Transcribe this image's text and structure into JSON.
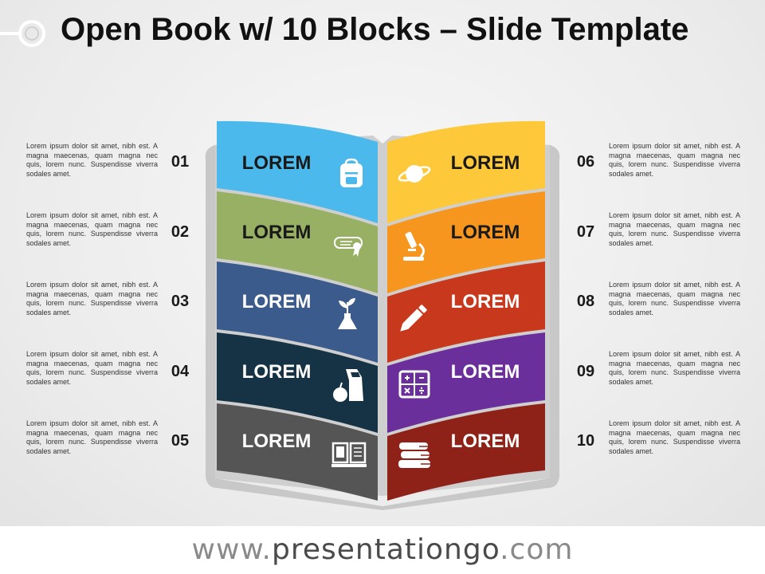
{
  "title": "Open Book w/ 10 Blocks – Slide Template",
  "blocks": [
    {
      "num": "01",
      "label": "LOREM",
      "icon": "backpack-icon",
      "color": "#4bb9eb",
      "text_color": "#1a1a1a",
      "desc": "Lorem ipsum dolor sit amet, nibh est. A magna maecenas, quam magna nec quis, lorem nunc. Suspendisse viverra sodales amet."
    },
    {
      "num": "02",
      "label": "LOREM",
      "icon": "diploma-icon",
      "color": "#98b063",
      "text_color": "#1a1a1a",
      "desc": "Lorem ipsum dolor sit amet, nibh est. A magna maecenas, quam magna nec quis, lorem nunc. Suspendisse viverra sodales amet."
    },
    {
      "num": "03",
      "label": "LOREM",
      "icon": "flask-plant-icon",
      "color": "#3b5b8c",
      "text_color": "#ffffff",
      "desc": "Lorem ipsum dolor sit amet, nibh est. A magna maecenas, quam magna nec quis, lorem nunc. Suspendisse viverra sodales amet."
    },
    {
      "num": "04",
      "label": "LOREM",
      "icon": "apple-lunchbag-icon",
      "color": "#163345",
      "text_color": "#ffffff",
      "desc": "Lorem ipsum dolor sit amet, nibh est. A magna maecenas, quam magna nec quis, lorem nunc. Suspendisse viverra sodales amet."
    },
    {
      "num": "05",
      "label": "LOREM",
      "icon": "open-book-icon",
      "color": "#555555",
      "text_color": "#ffffff",
      "desc": "Lorem ipsum dolor sit amet, nibh est. A magna maecenas, quam magna nec quis, lorem nunc. Suspendisse viverra sodales amet."
    },
    {
      "num": "06",
      "label": "LOREM",
      "icon": "planet-icon",
      "color": "#fdc93b",
      "text_color": "#1a1a1a",
      "desc": "Lorem ipsum dolor sit amet, nibh est. A magna maecenas, quam magna nec quis, lorem nunc. Suspendisse viverra sodales amet."
    },
    {
      "num": "07",
      "label": "LOREM",
      "icon": "microscope-icon",
      "color": "#f7961e",
      "text_color": "#1a1a1a",
      "desc": "Lorem ipsum dolor sit amet, nibh est. A magna maecenas, quam magna nec quis, lorem nunc. Suspendisse viverra sodales amet."
    },
    {
      "num": "08",
      "label": "LOREM",
      "icon": "pencil-icon",
      "color": "#c8381c",
      "text_color": "#ffffff",
      "desc": "Lorem ipsum dolor sit amet, nibh est. A magna maecenas, quam magna nec quis, lorem nunc. Suspendisse viverra sodales amet."
    },
    {
      "num": "09",
      "label": "LOREM",
      "icon": "calculator-icon",
      "color": "#6a2f9b",
      "text_color": "#ffffff",
      "desc": "Lorem ipsum dolor sit amet, nibh est. A magna maecenas, quam magna nec quis, lorem nunc. Suspendisse viverra sodales amet."
    },
    {
      "num": "10",
      "label": "LOREM",
      "icon": "book-stack-icon",
      "color": "#8e2219",
      "text_color": "#ffffff",
      "desc": "Lorem ipsum dolor sit amet, nibh est. A magna maecenas, quam magna nec quis, lorem nunc. Suspendisse viverra sodales amet."
    }
  ],
  "footer": {
    "prefix": "www.",
    "brand": "presentationgo",
    "suffix": ".com"
  }
}
